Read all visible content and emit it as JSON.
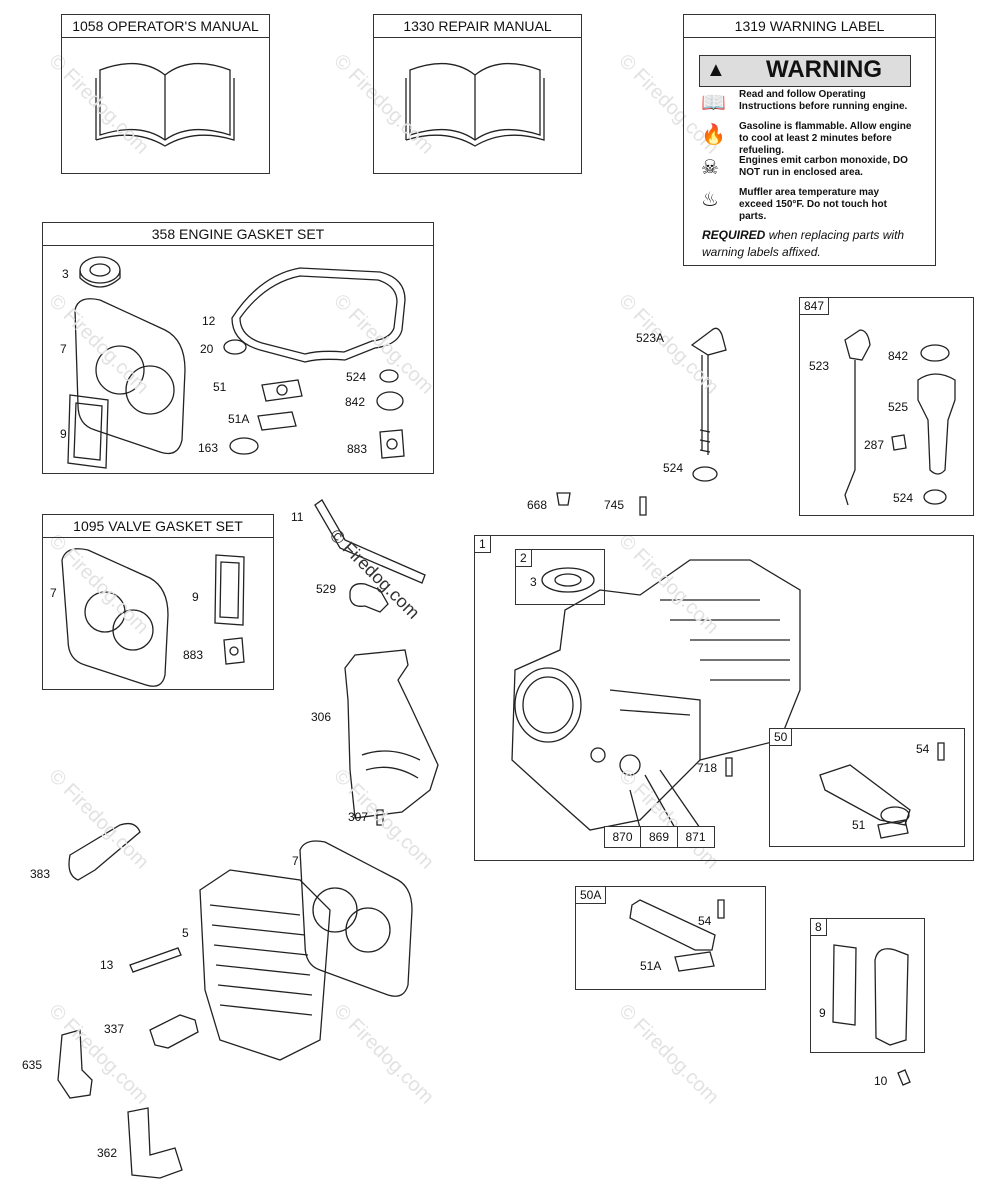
{
  "boxes": {
    "operators_manual": "1058 OPERATOR'S MANUAL",
    "repair_manual": "1330 REPAIR MANUAL",
    "warning_label": "1319 WARNING LABEL",
    "engine_gasket_set": "358 ENGINE GASKET SET",
    "valve_gasket_set": "1095 VALVE GASKET SET"
  },
  "warning": {
    "header": "WARNING",
    "rows": [
      "Read and follow Operating Instructions before running engine.",
      "Gasoline is flammable. Allow engine to cool at least 2 minutes before refueling.",
      "Engines emit carbon monoxide, DO NOT run in enclosed area.",
      "Muffler area temperature may exceed 150°F. Do not touch hot parts."
    ],
    "required_bold": "REQUIRED",
    "required_rest": "when replacing parts with warning labels affixed."
  },
  "tags": {
    "t847": "847",
    "t1": "1",
    "t2": "2",
    "t50": "50",
    "t50a": "50A",
    "t8": "8"
  },
  "part_numbers": [
    "870",
    "869",
    "871"
  ],
  "labels": {
    "l3": "3",
    "l7": "7",
    "l9": "9",
    "l12": "12",
    "l20": "20",
    "l51": "51",
    "l51a": "51A",
    "l163": "163",
    "l524a": "524",
    "l842a": "842",
    "l883a": "883",
    "v7": "7",
    "v9": "9",
    "v883": "883",
    "l11": "11",
    "l529": "529",
    "l306": "306",
    "l307": "307",
    "l523a": "523A",
    "l524b": "524",
    "l668": "668",
    "l745": "745",
    "l523": "523",
    "l842b": "842",
    "l525": "525",
    "l287": "287",
    "l524c": "524",
    "c3": "3",
    "l718": "718",
    "l54a": "54",
    "l51b": "51",
    "l54b": "54",
    "l51ab": "51A",
    "l9b": "9",
    "l10": "10",
    "l383": "383",
    "l13": "13",
    "l5": "5",
    "l7b": "7",
    "l337": "337",
    "l635": "635",
    "l362": "362"
  },
  "watermark": "© Firedog.com"
}
